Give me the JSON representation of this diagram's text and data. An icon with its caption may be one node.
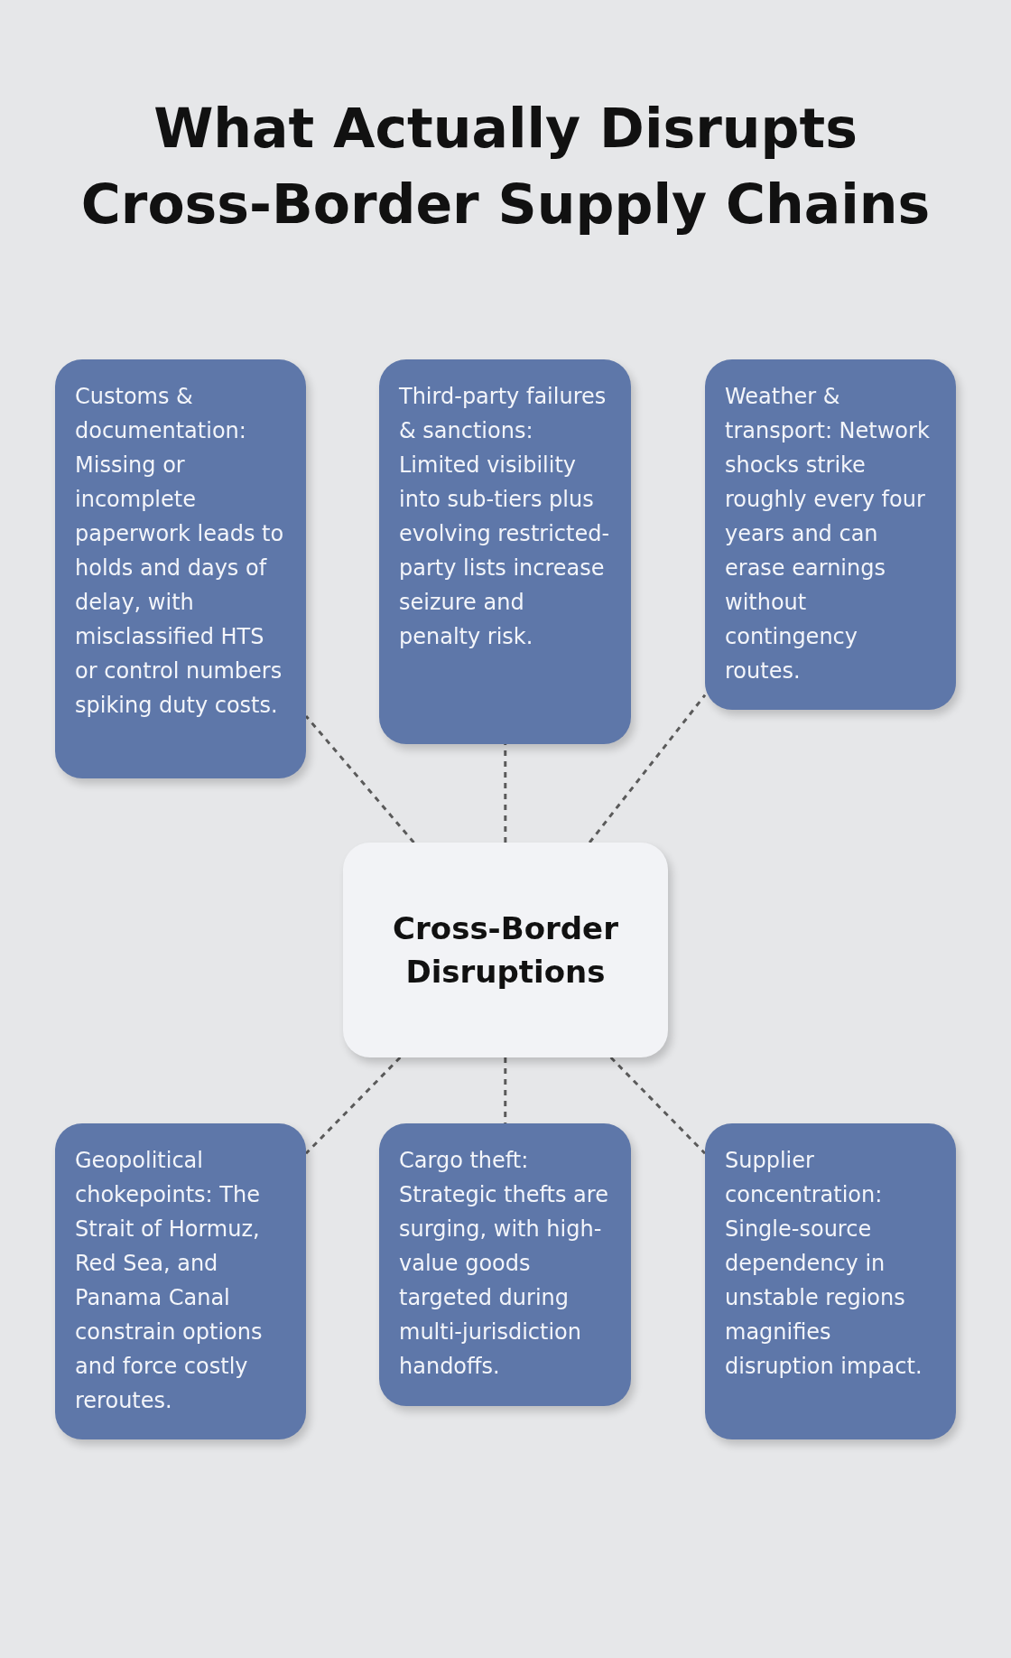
{
  "diagram": {
    "title": "What Actually Disrupts Cross-Border Supply Chains",
    "nodes": [
      {
        "text": [
          "Customs & documentation: Missing or incomplete paperwork leads to holds and days of delay, with misclassified HTS or control numbers spiking duty costs."
        ]
      },
      {
        "text": [
          "Third-party failures & sanctions: Limited visibility into sub-tiers plus evolving restricted-party lists increase seizure and penalty risk."
        ]
      },
      {
        "text": [
          "Weather & transport: Network shocks strike roughly every four years and can erase earnings without contingency routes."
        ]
      },
      {
        "text": [
          "Cross-Border Disruptions"
        ]
      },
      {
        "text": [
          "Geopolitical chokepoints: The Strait of Hormuz, Red Sea, and Panama Canal constrain options and force costly reroutes."
        ]
      },
      {
        "text": [
          "Cargo theft: Strategic thefts are surging, with high-value goods targeted during multi-jurisdiction handoffs."
        ]
      },
      {
        "text": [
          "Supplier concentration: Single-source dependency in unstable regions magnifies disruption impact."
        ]
      }
    ],
    "edges": [
      {
        "from": 3,
        "to": 0,
        "arrow": "none",
        "style": "dashed"
      },
      {
        "from": 3,
        "to": 1,
        "arrow": "none",
        "style": "dashed"
      },
      {
        "from": 3,
        "to": 2,
        "arrow": "none",
        "style": "dashed"
      },
      {
        "from": 3,
        "to": 4,
        "arrow": "none",
        "style": "dashed"
      },
      {
        "from": 3,
        "to": 5,
        "arrow": "none",
        "style": "dashed"
      },
      {
        "from": 3,
        "to": 6,
        "arrow": "none",
        "style": "dashed"
      }
    ]
  }
}
